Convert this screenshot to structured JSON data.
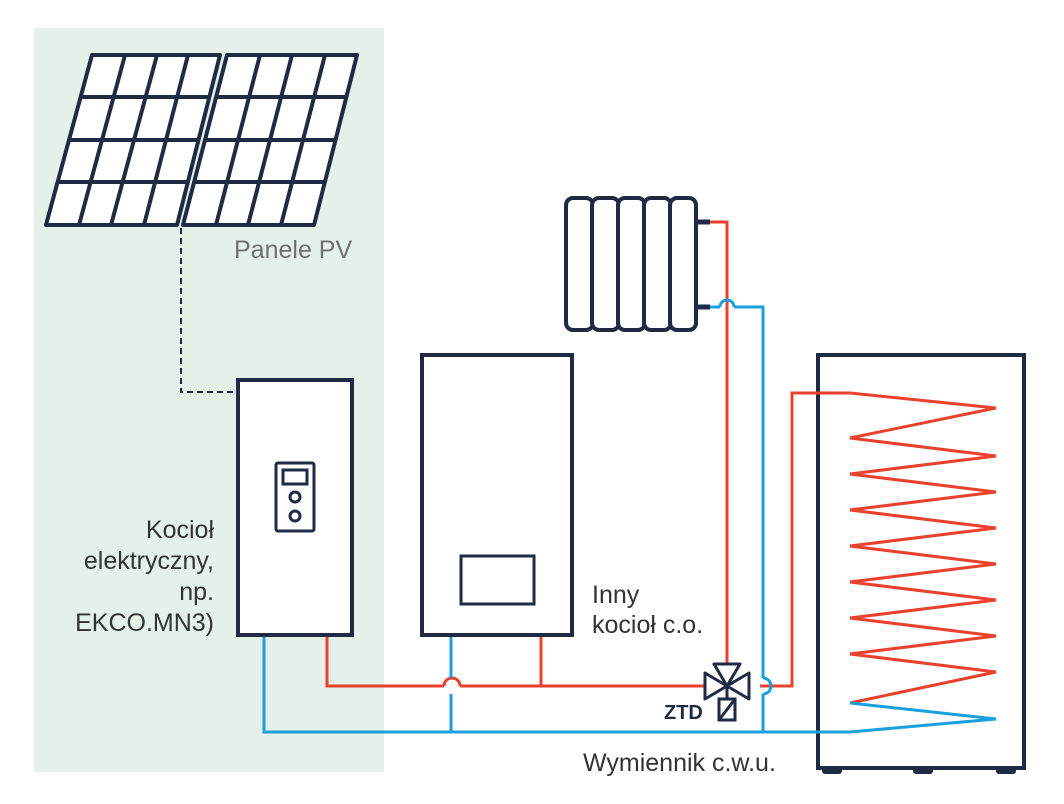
{
  "colors": {
    "outline": "#1f2a44",
    "hot_pipe": "#e8412c",
    "cold_pipe": "#1aa0dc",
    "pv_zone": "#e4f1e8",
    "label_gray": "#707070",
    "label_dark": "#333333"
  },
  "labels": {
    "pv_panels": "Panele PV",
    "electric_boiler": [
      "Kocioł",
      "elektryczny,",
      "np.",
      "EKCO.MN3)"
    ],
    "other_boiler": [
      "Inny",
      "kocioł c.o."
    ],
    "valve": "ZTD",
    "exchanger": "Wymiennik c.w.u."
  },
  "icons": {
    "solar_panel": "solar-panel-icon",
    "radiator": "radiator-icon",
    "three_way_valve": "three-way-valve-icon",
    "actuator": "valve-actuator-icon",
    "controller": "controller-panel-icon"
  }
}
